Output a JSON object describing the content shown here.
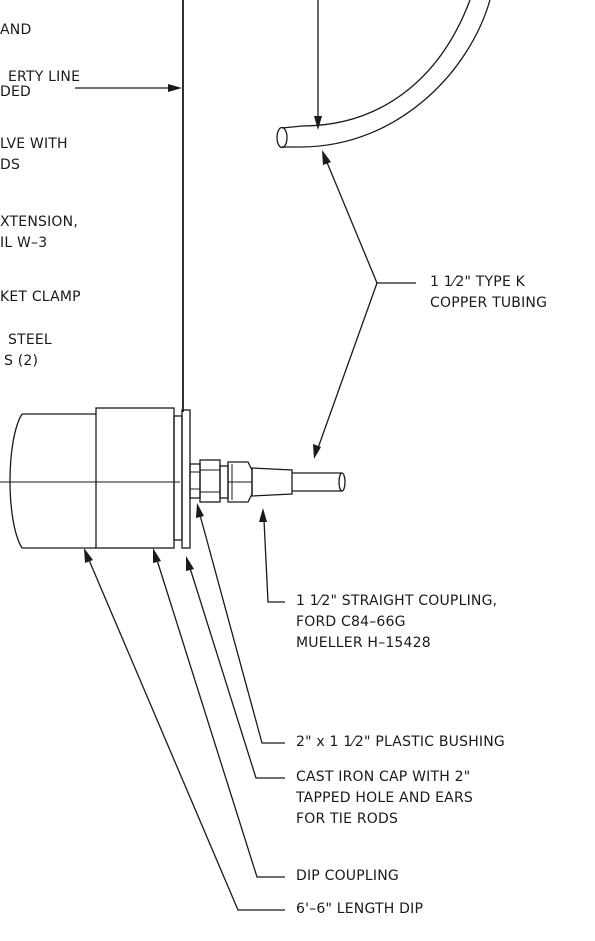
{
  "left_notes": {
    "note_1": "AND",
    "note_2_line1": "ERTY LINE",
    "note_2_line2": "DED",
    "note_3_line1": "LVE WITH",
    "note_3_line2": "DS",
    "note_4_line1": "XTENSION,",
    "note_4_line2": "IL W–3",
    "note_5": "KET CLAMP",
    "note_6_line1": "STEEL",
    "note_6_line2": "S (2)"
  },
  "callouts": {
    "copper_tubing": {
      "line1": "1 1⁄2\" TYPE K",
      "line2": "COPPER TUBING"
    },
    "straight_coupling": {
      "line1": "1 1⁄2\" STRAIGHT COUPLING,",
      "line2": "FORD C84–66G",
      "line3": "MUELLER H–15428"
    },
    "plastic_bushing": {
      "line1": "2\" x 1 1⁄2\" PLASTIC BUSHING"
    },
    "cast_iron_cap": {
      "line1": "CAST IRON CAP WITH 2\"",
      "line2": "TAPPED HOLE AND EARS",
      "line3": "FOR TIE RODS"
    },
    "dip_coupling": {
      "line1": "DIP COUPLING"
    },
    "dip_length": {
      "line1": "6'–6\" LENGTH DIP"
    }
  }
}
